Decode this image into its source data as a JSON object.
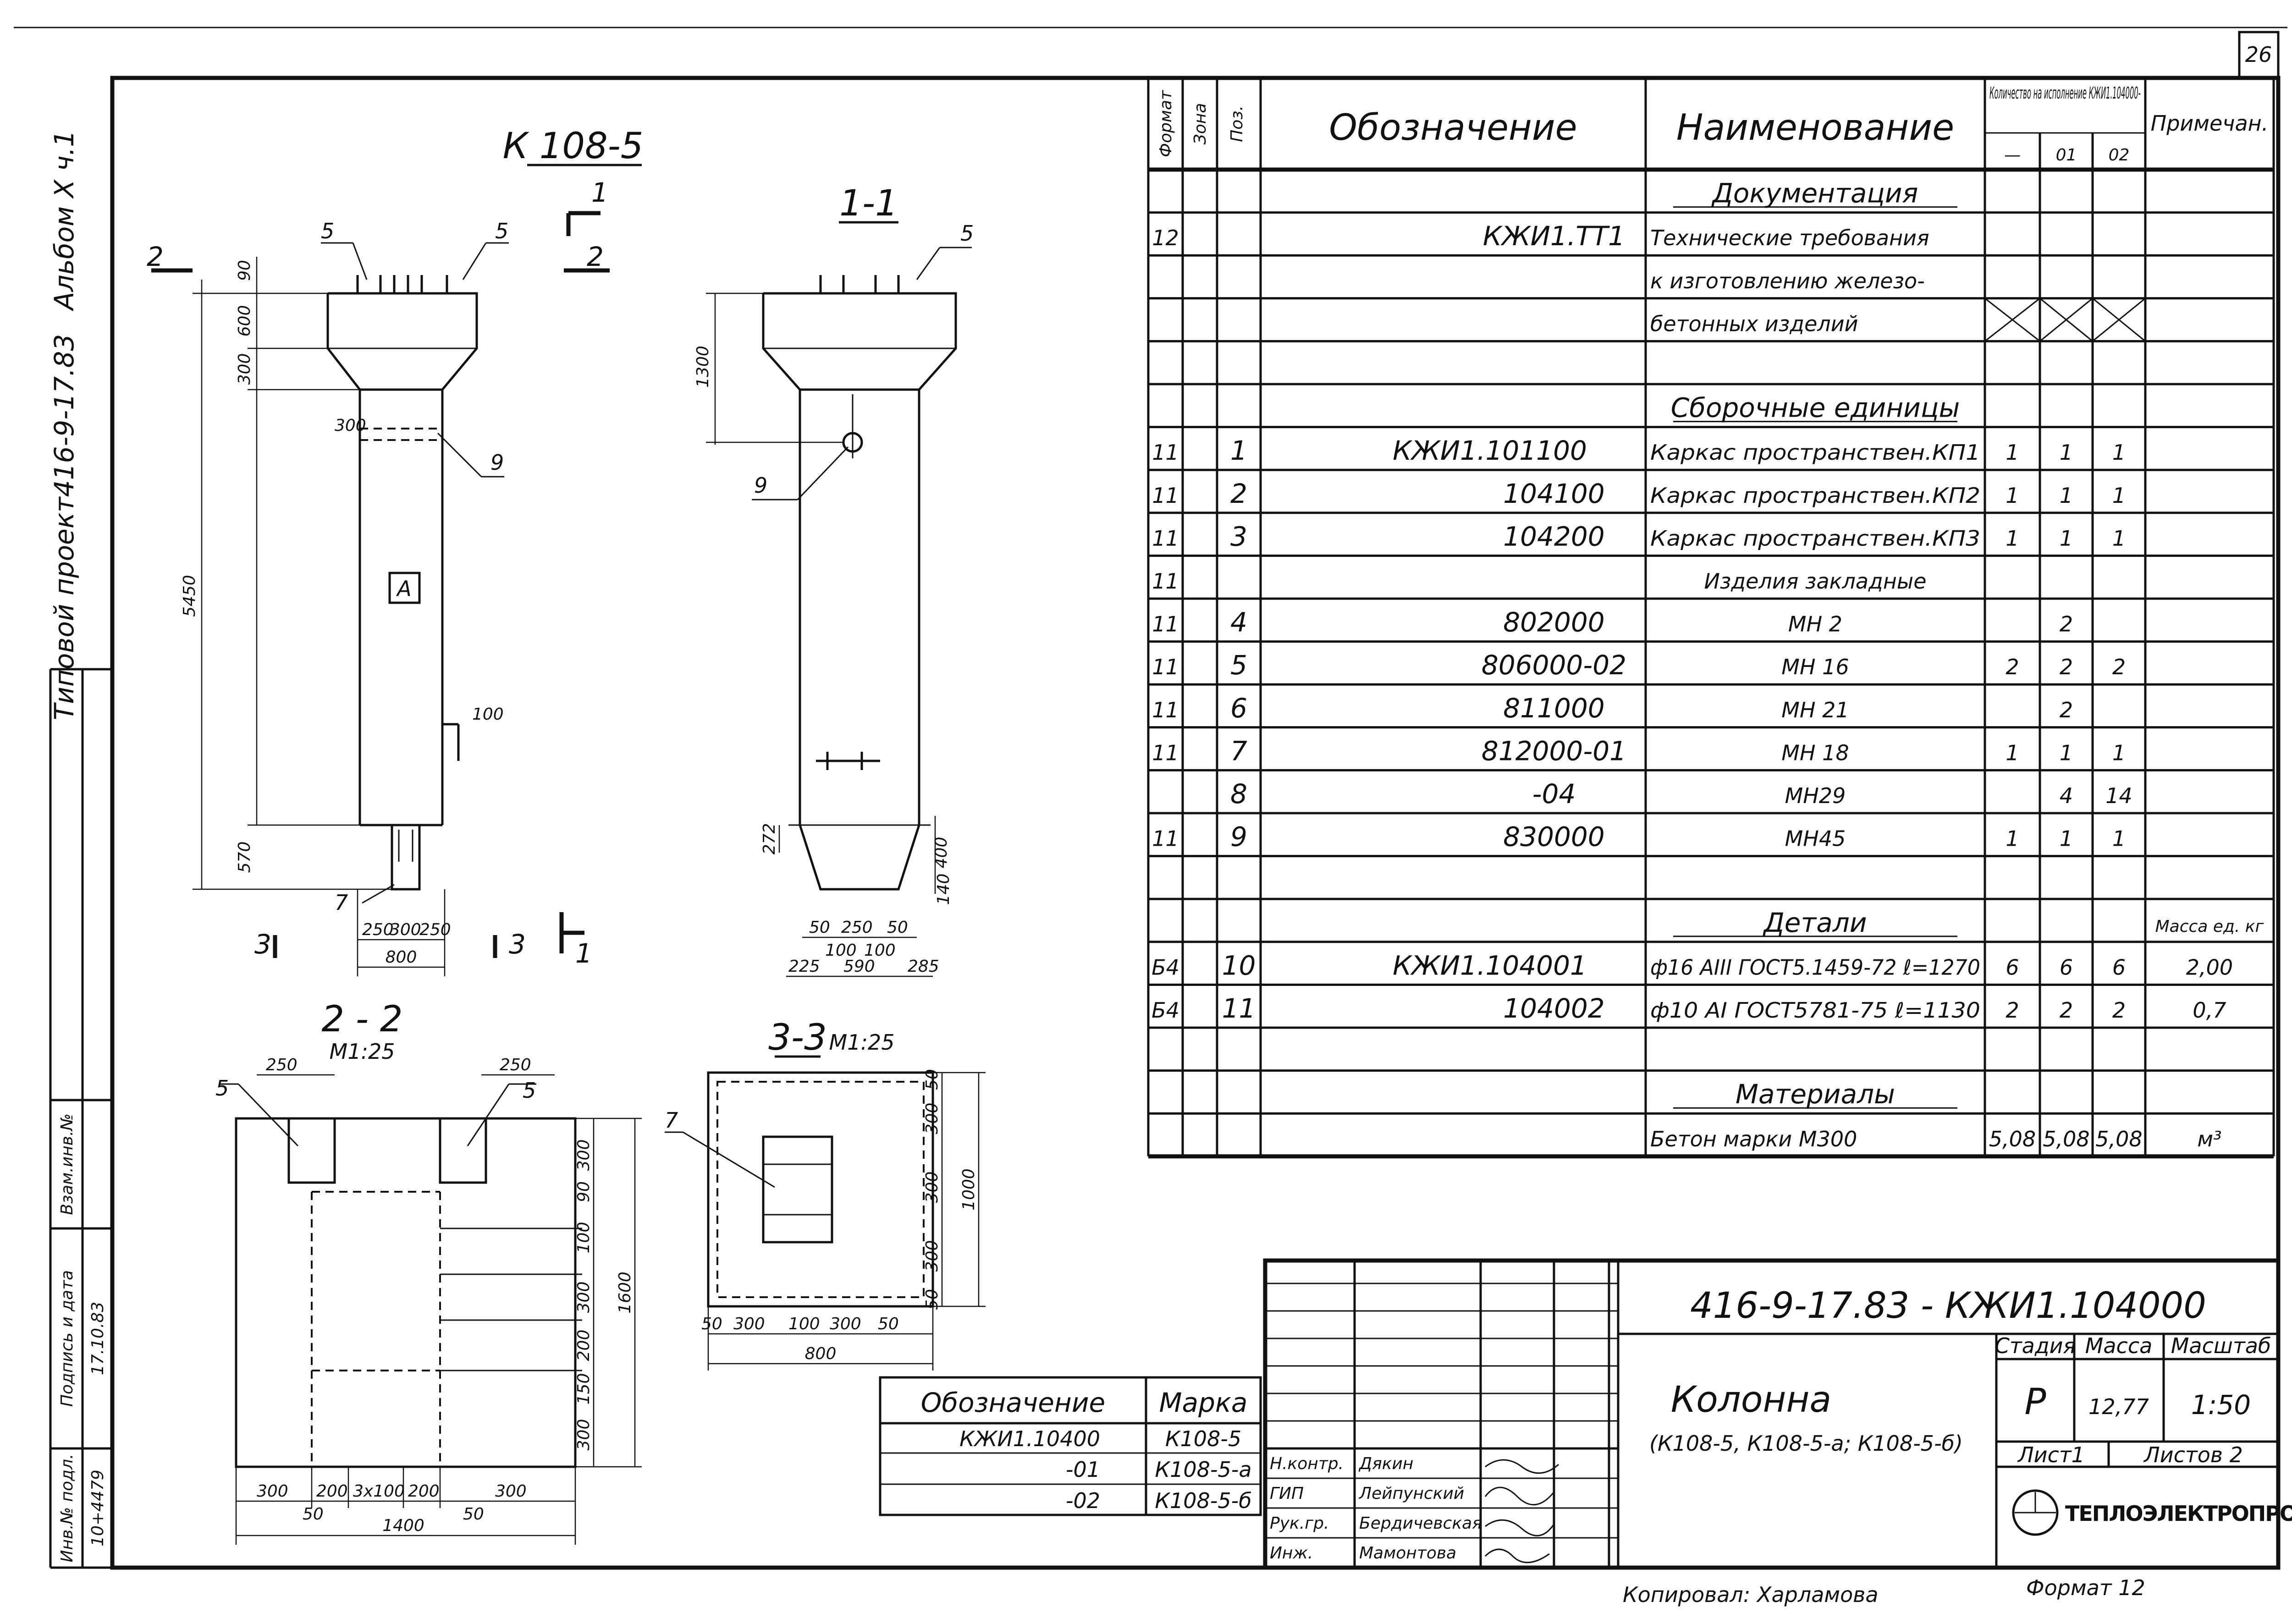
{
  "page_number": "26",
  "side_stamp": {
    "album": "Альбом X ч.1",
    "project": "Типовой проект416-9-17.83",
    "inv_label": "Инв.№ подл.",
    "inv_value": "10+4479",
    "sign_label": "Подпись и дата",
    "sign_value": "17.10.83",
    "exch_label": "Взам.инв.№"
  },
  "drawing": {
    "main_title": "К 108-5",
    "section_1_title": "1-1",
    "section_2_title": "2 - 2",
    "section_2_scale": "М1:25",
    "section_3_title": "3-3",
    "section_3_scale": "М1:25",
    "view_label": "А",
    "cut_marks": {
      "c1": "1",
      "c2": "2",
      "c3": "3"
    },
    "callouts": {
      "p5": "5",
      "p9": "9",
      "p7": "7"
    },
    "dims_front": {
      "h_total": "5450",
      "h_top": "600",
      "h_haunch": "300",
      "h_top2": "90",
      "col_w": "300",
      "h_bottom": "570",
      "ins": "100",
      "b250a": "250",
      "b300": "300",
      "b250b": "250",
      "b800": "800"
    },
    "dims_side": {
      "h1300": "1300",
      "d272": "272",
      "d400": "400",
      "d140": "140",
      "d50a": "50",
      "d250": "250",
      "d50b": "50",
      "d100a": "100",
      "d100b": "100",
      "d225": "225",
      "d590": "590",
      "d285": "285"
    },
    "dims_s2": {
      "w250a": "250",
      "w250b": "250",
      "v300a": "300",
      "v90": "90",
      "v100": "100",
      "v300b": "300",
      "v200a": "200",
      "v150": "150",
      "v300c": "300",
      "v1600": "1600",
      "h300a": "300",
      "h200a": "200",
      "h3x100": "3х100",
      "h200b": "200",
      "h300b": "300",
      "h50a": "50",
      "h1400": "1400",
      "h50b": "50"
    },
    "dims_s3": {
      "v50a": "50",
      "v300a": "300",
      "v300b": "300",
      "v300c": "300",
      "v50b": "50",
      "v1000": "1000",
      "h50a": "50",
      "h300a": "300",
      "h100": "100",
      "h300b": "300",
      "h50b": "50",
      "h800": "800"
    }
  },
  "spec": {
    "headers": {
      "format": "Формат",
      "zone": "Зона",
      "pos": "Поз.",
      "designation": "Обозначение",
      "name": "Наименование",
      "qty": "Количество на исполнение КЖИ1.104000-",
      "qty_sub": [
        "—",
        "01",
        "02"
      ],
      "note": "Примечан."
    },
    "rows": [
      {
        "f": "",
        "pos": "",
        "des": "",
        "name": "Документация",
        "q": [
          "",
          "",
          ""
        ],
        "note": "",
        "head": true
      },
      {
        "f": "12",
        "pos": "",
        "des": "КЖИ1.ТТ1",
        "name": "Технические требования",
        "q": [
          "",
          "",
          ""
        ],
        "note": ""
      },
      {
        "f": "",
        "pos": "",
        "des": "",
        "name": "к изготовлению железо-",
        "q": [
          "",
          "",
          ""
        ],
        "note": ""
      },
      {
        "f": "",
        "pos": "",
        "des": "",
        "name": "бетонных изделий",
        "q": [
          "",
          "",
          ""
        ],
        "note": "",
        "cross": true
      },
      {
        "f": "",
        "pos": "",
        "des": "",
        "name": "",
        "q": [
          "",
          "",
          ""
        ],
        "note": ""
      },
      {
        "f": "",
        "pos": "",
        "des": "",
        "name": "Сборочные единицы",
        "q": [
          "",
          "",
          ""
        ],
        "note": "",
        "head": true
      },
      {
        "f": "11",
        "pos": "1",
        "des": "КЖИ1.101100",
        "name": "Каркас пространствен.КП1",
        "q": [
          "1",
          "1",
          "1"
        ],
        "note": ""
      },
      {
        "f": "11",
        "pos": "2",
        "des": "104100",
        "name": "Каркас пространствен.КП2",
        "q": [
          "1",
          "1",
          "1"
        ],
        "note": ""
      },
      {
        "f": "11",
        "pos": "3",
        "des": "104200",
        "name": "Каркас пространствен.КП3",
        "q": [
          "1",
          "1",
          "1"
        ],
        "note": ""
      },
      {
        "f": "11",
        "pos": "",
        "des": "",
        "name": "Изделия закладные",
        "q": [
          "",
          "",
          ""
        ],
        "note": ""
      },
      {
        "f": "11",
        "pos": "4",
        "des": "802000",
        "name": "МН 2",
        "q": [
          "",
          "2",
          ""
        ],
        "note": ""
      },
      {
        "f": "11",
        "pos": "5",
        "des": "806000-02",
        "name": "МН 16",
        "q": [
          "2",
          "2",
          "2"
        ],
        "note": ""
      },
      {
        "f": "11",
        "pos": "6",
        "des": "811000",
        "name": "МН 21",
        "q": [
          "",
          "2",
          ""
        ],
        "note": ""
      },
      {
        "f": "11",
        "pos": "7",
        "des": "812000-01",
        "name": "МН 18",
        "q": [
          "1",
          "1",
          "1"
        ],
        "note": ""
      },
      {
        "f": "",
        "pos": "8",
        "des": "-04",
        "name": "МН29",
        "q": [
          "",
          "4",
          "14"
        ],
        "note": ""
      },
      {
        "f": "11",
        "pos": "9",
        "des": "830000",
        "name": "МН45",
        "q": [
          "1",
          "1",
          "1"
        ],
        "note": ""
      },
      {
        "f": "",
        "pos": "",
        "des": "",
        "name": "",
        "q": [
          "",
          "",
          ""
        ],
        "note": ""
      },
      {
        "f": "",
        "pos": "",
        "des": "",
        "name": "Детали",
        "q": [
          "",
          "",
          ""
        ],
        "note": "Масса ед. кг",
        "head": true
      },
      {
        "f": "Б4",
        "pos": "10",
        "des": "КЖИ1.104001",
        "name": "ф16 АIII ГОСТ5.1459-72 ℓ=1270",
        "q": [
          "6",
          "6",
          "6"
        ],
        "note": "2,00"
      },
      {
        "f": "Б4",
        "pos": "11",
        "des": "104002",
        "name": "ф10 АI ГОСТ5781-75 ℓ=1130",
        "q": [
          "2",
          "2",
          "2"
        ],
        "note": "0,7"
      },
      {
        "f": "",
        "pos": "",
        "des": "",
        "name": "",
        "q": [
          "",
          "",
          ""
        ],
        "note": ""
      },
      {
        "f": "",
        "pos": "",
        "des": "",
        "name": "Материалы",
        "q": [
          "",
          "",
          ""
        ],
        "note": "",
        "head": true
      },
      {
        "f": "",
        "pos": "",
        "des": "",
        "name": "Бетон марки М300",
        "q": [
          "5,08",
          "5,08",
          "5,08"
        ],
        "note": "м³"
      }
    ]
  },
  "variants": {
    "headers": {
      "designation": "Обозначение",
      "mark": "Марка"
    },
    "rows": [
      {
        "des": "КЖИ1.10400",
        "mark": "К108-5"
      },
      {
        "des": "-01",
        "mark": "К108-5-а"
      },
      {
        "des": "-02",
        "mark": "К108-5-б"
      }
    ]
  },
  "title_block": {
    "doc_code": "416-9-17.83 - КЖИ1.104000",
    "name": "Колонна",
    "name_sub": "(К108-5, К108-5-а; К108-5-б)",
    "stage_label": "Стадия",
    "mass_label": "Масса",
    "scale_label": "Масштаб",
    "stage": "Р",
    "mass": "12,77",
    "scale": "1:50",
    "sheet": "Лист1",
    "sheets": "Листов 2",
    "org": "ТЕПЛОЭЛЕКТРОПРОЕКТ",
    "people": [
      {
        "role": "Н.контр.",
        "name": "Дякин"
      },
      {
        "role": "ГИП",
        "name": "Лейпунский"
      },
      {
        "role": "Рук.гр.",
        "name": "Бердичевская"
      },
      {
        "role": "Инж.",
        "name": "Мамонтова"
      }
    ],
    "copied": "Копировал: Харламова",
    "format": "Формат 12"
  },
  "colors": {
    "ink": "#111111",
    "paper": "#ffffff"
  }
}
